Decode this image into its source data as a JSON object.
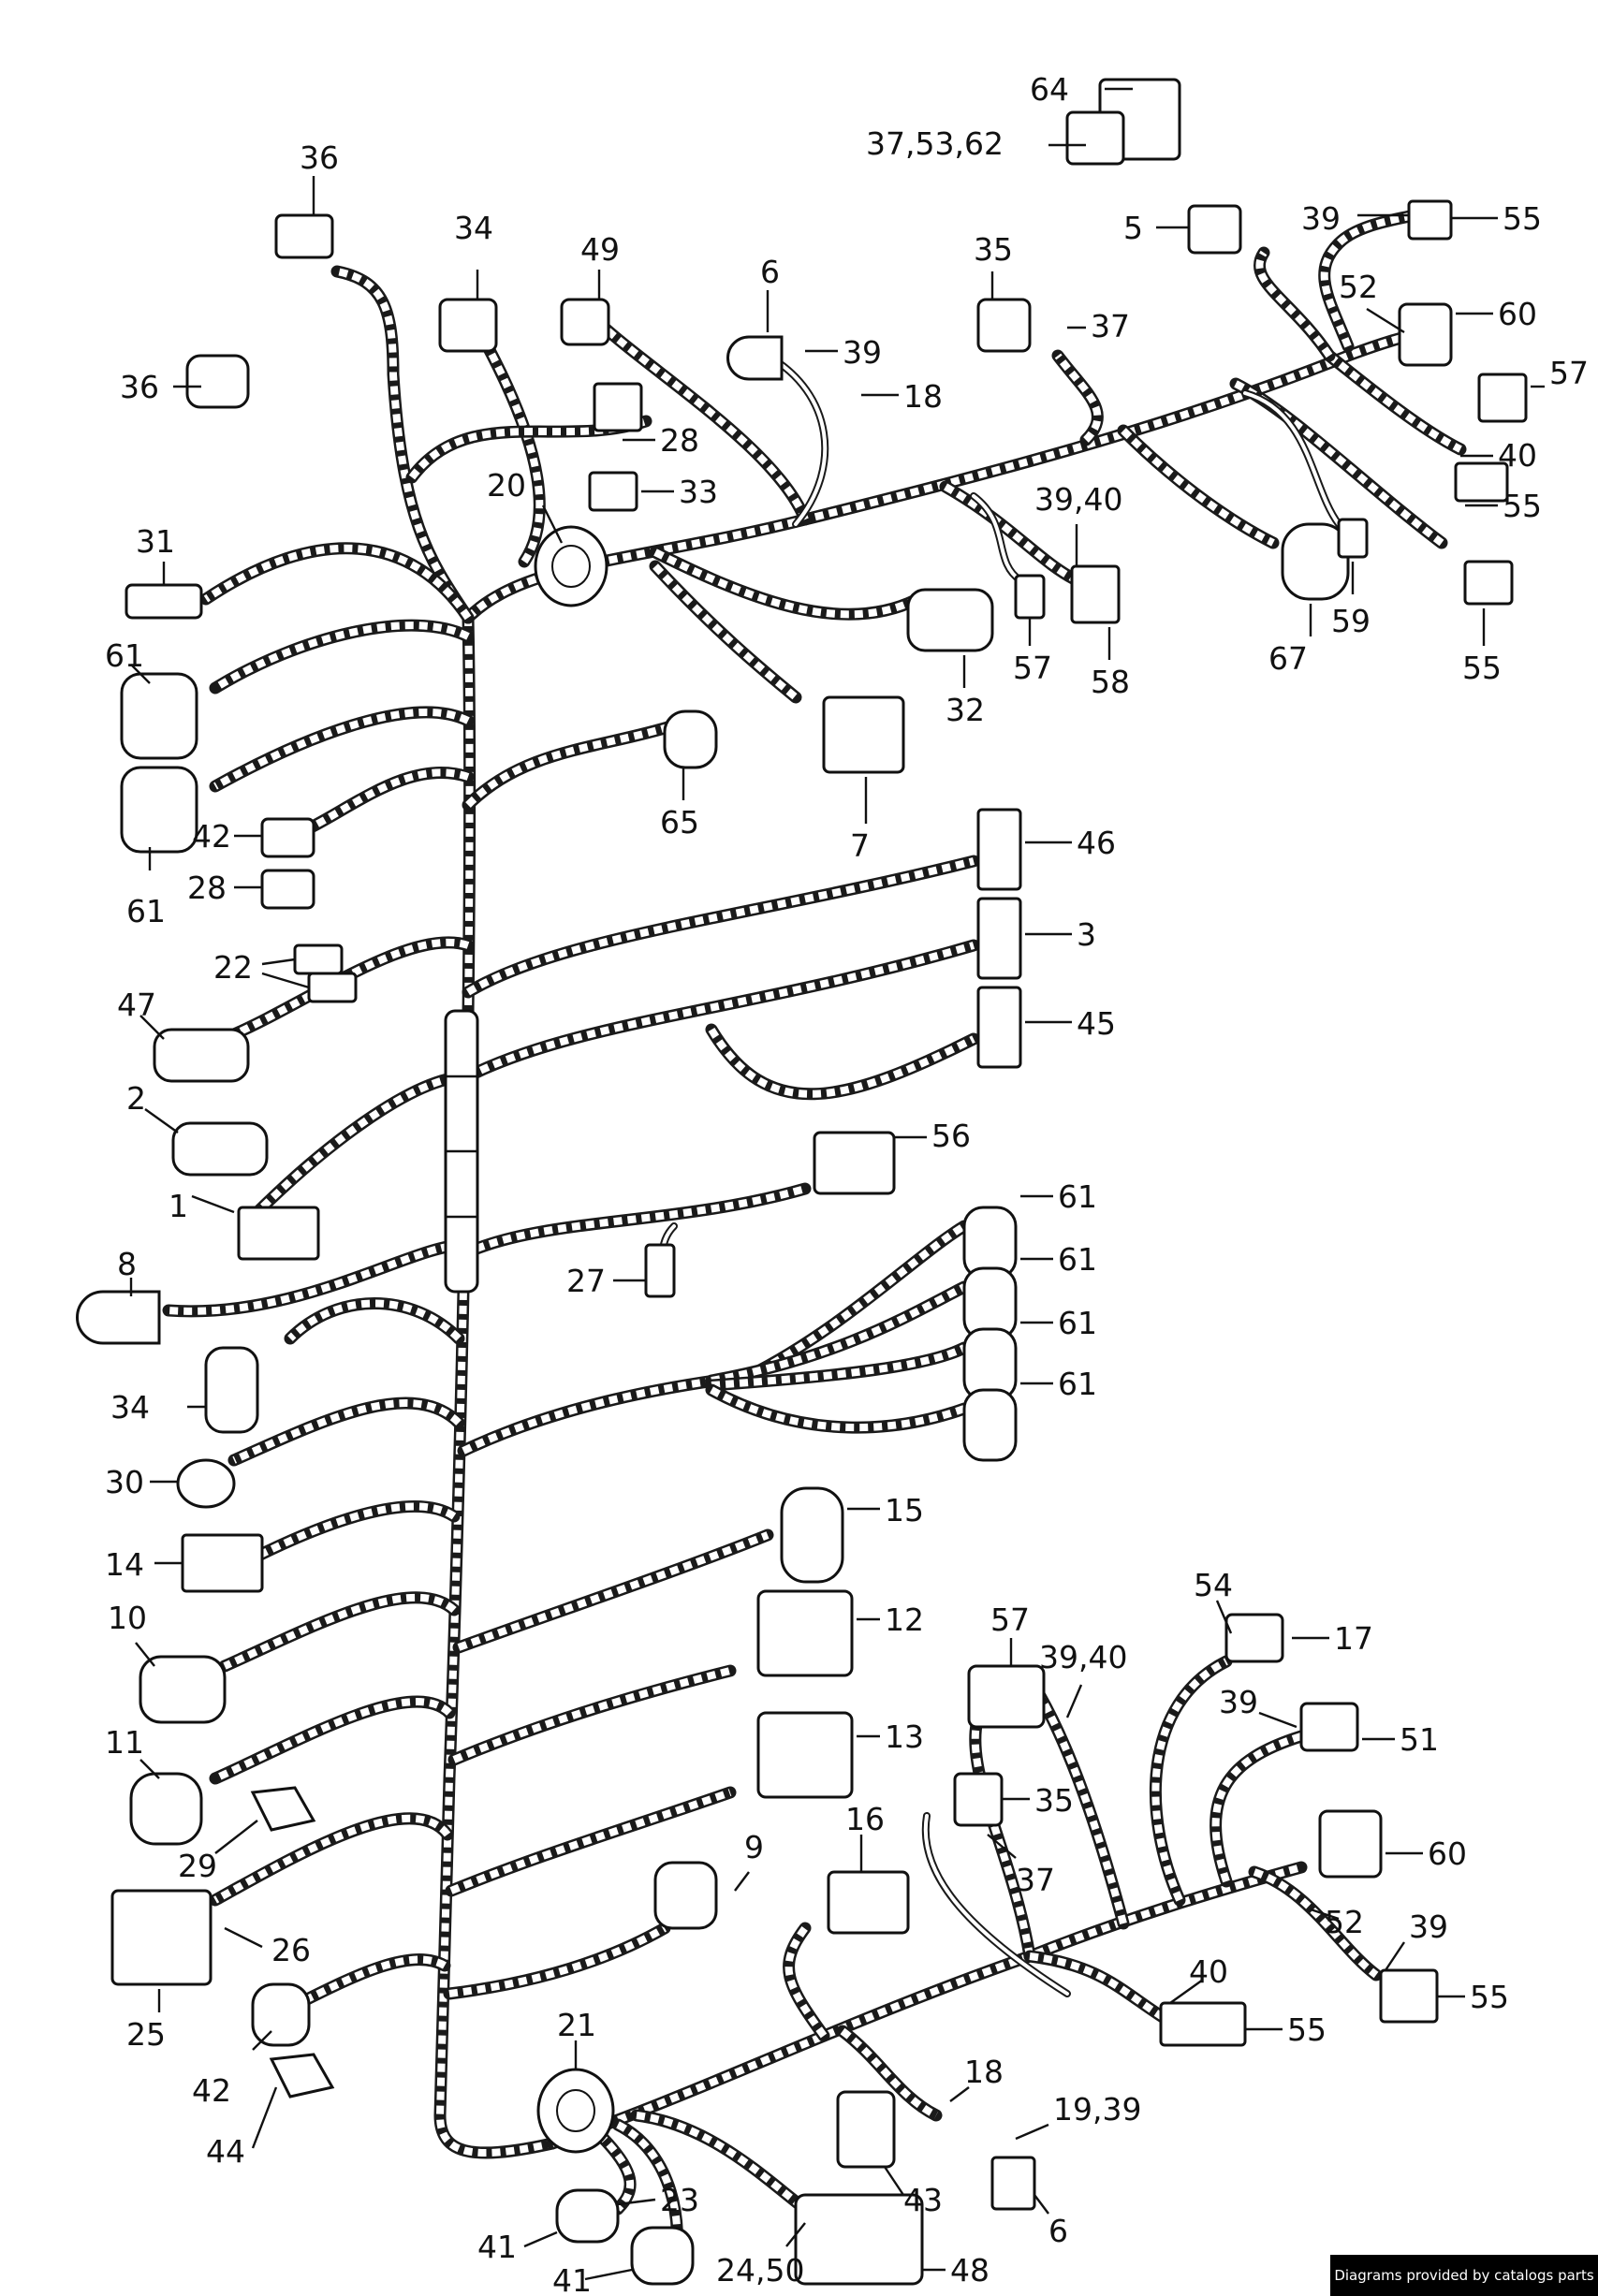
{
  "footer": {
    "text": "Diagrams provided by catalogs parts"
  },
  "callouts": [
    "64",
    "37,53,62",
    "36",
    "34",
    "49",
    "6",
    "39",
    "18",
    "35",
    "37",
    "5",
    "39",
    "55",
    "52",
    "60",
    "57",
    "40",
    "55",
    "36",
    "28",
    "33",
    "20",
    "39,40",
    "67",
    "59",
    "55",
    "31",
    "61",
    "57",
    "58",
    "32",
    "7",
    "65",
    "61",
    "42",
    "28",
    "22",
    "46",
    "47",
    "3",
    "45",
    "2",
    "56",
    "1",
    "61",
    "27",
    "8",
    "61",
    "61",
    "34",
    "61",
    "30",
    "15",
    "14",
    "12",
    "10",
    "57",
    "39,40",
    "54",
    "17",
    "11",
    "13",
    "39",
    "51",
    "29",
    "35",
    "37",
    "60",
    "16",
    "9",
    "26",
    "25",
    "52",
    "39",
    "55",
    "40",
    "55",
    "42",
    "21",
    "18",
    "19,39",
    "44",
    "23",
    "43",
    "6",
    "41",
    "41",
    "24,50",
    "48"
  ]
}
